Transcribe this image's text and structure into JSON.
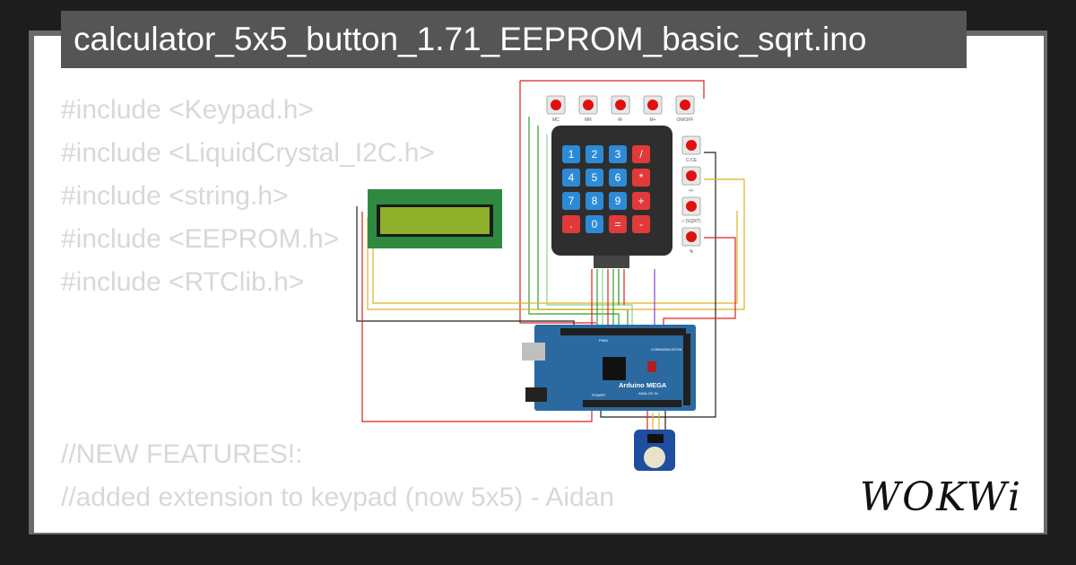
{
  "title": "calculator_5x5_button_1.71_EEPROM_basic_sqrt.ino",
  "code": {
    "includes": [
      "#include <Keypad.h>",
      "#include <LiquidCrystal_I2C.h>",
      "#include <string.h>",
      "#include <EEPROM.h>",
      "#include <RTClib.h>"
    ],
    "comments": [
      "//NEW FEATURES!:",
      "//added extension to keypad (now 5x5) - Aidan"
    ]
  },
  "circuit": {
    "top_buttons": [
      "MC",
      "MR",
      "M-",
      "M+",
      "ON/OFF"
    ],
    "side_buttons": [
      "C-CE",
      "+/-",
      "√ (SQRT)",
      "%"
    ],
    "keypad_keys": [
      "1",
      "2",
      "3",
      "/",
      "4",
      "5",
      "6",
      "*",
      "7",
      "8",
      "9",
      "+",
      ".",
      "0",
      "=",
      "-"
    ],
    "board_label": "Arduino MEGA",
    "board_sublabels": [
      "PWM",
      "COMMUNICATION",
      "POWER",
      "ANALOG IN"
    ]
  },
  "logo": "WOKWi",
  "colors": {
    "background": "#1d1d1d",
    "card": "#ffffff",
    "title_bar": "#555555",
    "code_text": "#d8d8d8",
    "board": "#2a6aa0",
    "lcd": "#2f8a3f",
    "lcd_screen": "#8fae2a",
    "keypad": "#2e2e2e",
    "key_blue": "#2d8ad6",
    "key_red": "#e23a3a",
    "button_red": "#e01010"
  }
}
